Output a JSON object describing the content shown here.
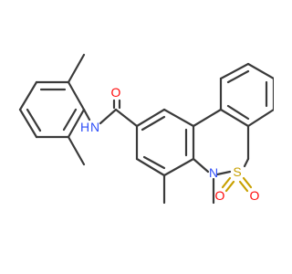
{
  "molecule": {
    "atoms": {
      "carbonyl_oxygen": "O",
      "amide_nitrogen": "N",
      "amide_hydrogen": "H",
      "ring_nitrogen": "N",
      "sulfur": "S",
      "sulfonyl_oxygen_left": "O",
      "sulfonyl_oxygen_right": "O"
    },
    "colors": {
      "bond": "#3a3a3a",
      "oxygen": "#ff0d0d",
      "nitrogen": "#3050f8",
      "sulfur": "#c8a000"
    }
  }
}
